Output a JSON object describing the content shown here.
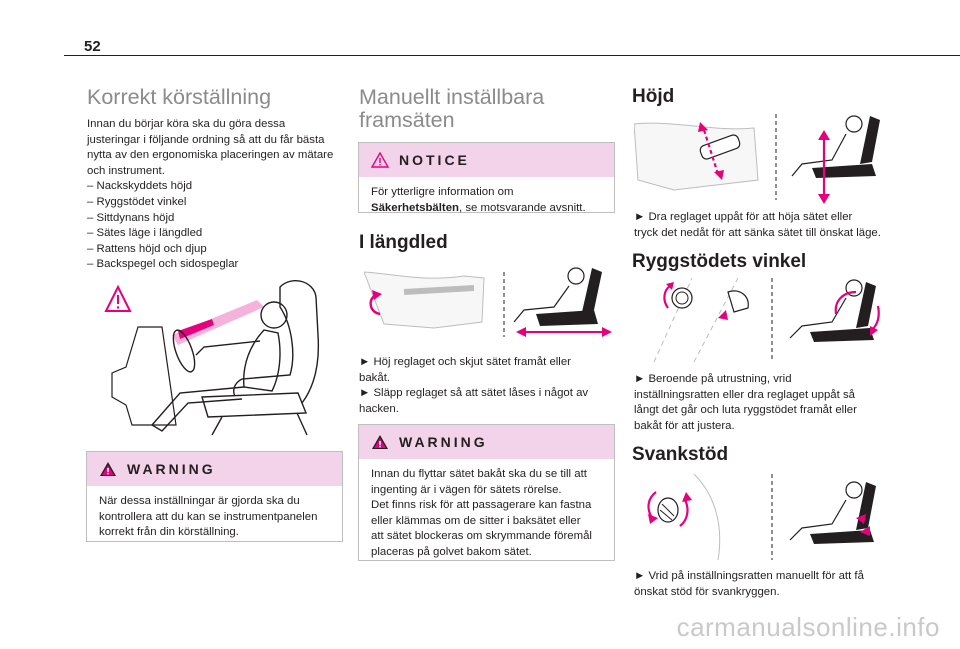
{
  "page": {
    "number": "52"
  },
  "col1": {
    "title": "Korrekt körställning",
    "intro": [
      "Innan du börjar köra ska du göra dessa",
      "justeringar i följande ordning så att du får bästa",
      "nytta av den ergonomiska placeringen av mätare",
      "och instrument."
    ],
    "list": [
      "–  Nackskyddets höjd",
      "–  Ryggstödet vinkel",
      "–  Sittdynans höjd",
      "–  Sätes läge i längdled",
      "–  Rattens höjd och djup",
      "–  Backspegel och sidospeglar"
    ],
    "warning": {
      "label": "WARNING",
      "lines": [
        "När dessa inställningar är gjorda ska du",
        "kontrollera att du kan se instrumentpanelen",
        "korrekt från din körställning."
      ]
    }
  },
  "col2": {
    "title_lines": [
      "Manuellt inställbara",
      "framsäten"
    ],
    "notice": {
      "label": "NOTICE",
      "line1": "För ytterligre information om",
      "bold": "Säkerhetsbälten",
      "rest": ", se motsvarande avsnitt."
    },
    "section_title": "I längdled",
    "steps": [
      "►  Höj reglaget och skjut sätet framåt eller",
      "bakåt.",
      "►  Släpp reglaget så att sätet låses i något av",
      "hacken."
    ],
    "warning": {
      "label": "WARNING",
      "lines": [
        "Innan du flyttar sätet bakåt ska du se till att",
        "ingenting är i vägen för sätets rörelse.",
        "Det finns risk för att passagerare kan fastna",
        "eller klämmas om de sitter i baksätet eller",
        "att sätet blockeras om skrymmande föremål",
        "placeras på golvet bakom sätet."
      ]
    }
  },
  "col3": {
    "height": {
      "title": "Höjd",
      "lines": [
        "►  Dra reglaget uppåt för att höja sätet eller",
        "tryck det nedåt för att sänka sätet till önskat läge."
      ]
    },
    "backrest": {
      "title": "Ryggstödets vinkel",
      "lines": [
        "►  Beroende på utrustning, vrid",
        "inställningsratten eller dra reglaget uppåt så",
        "långt det går och luta ryggstödet framåt eller",
        "bakåt för att justera."
      ]
    },
    "lumbar": {
      "title": "Svankstöd",
      "lines": [
        "►  Vrid på inställningsratten manuellt för att få",
        "önskat stöd för svankryggen."
      ]
    }
  },
  "watermark": "carmanualsonline.info",
  "colors": {
    "accent": "#e6007e",
    "box_head": "#f2d3ea",
    "heading_grey": "#8b8b8d"
  }
}
